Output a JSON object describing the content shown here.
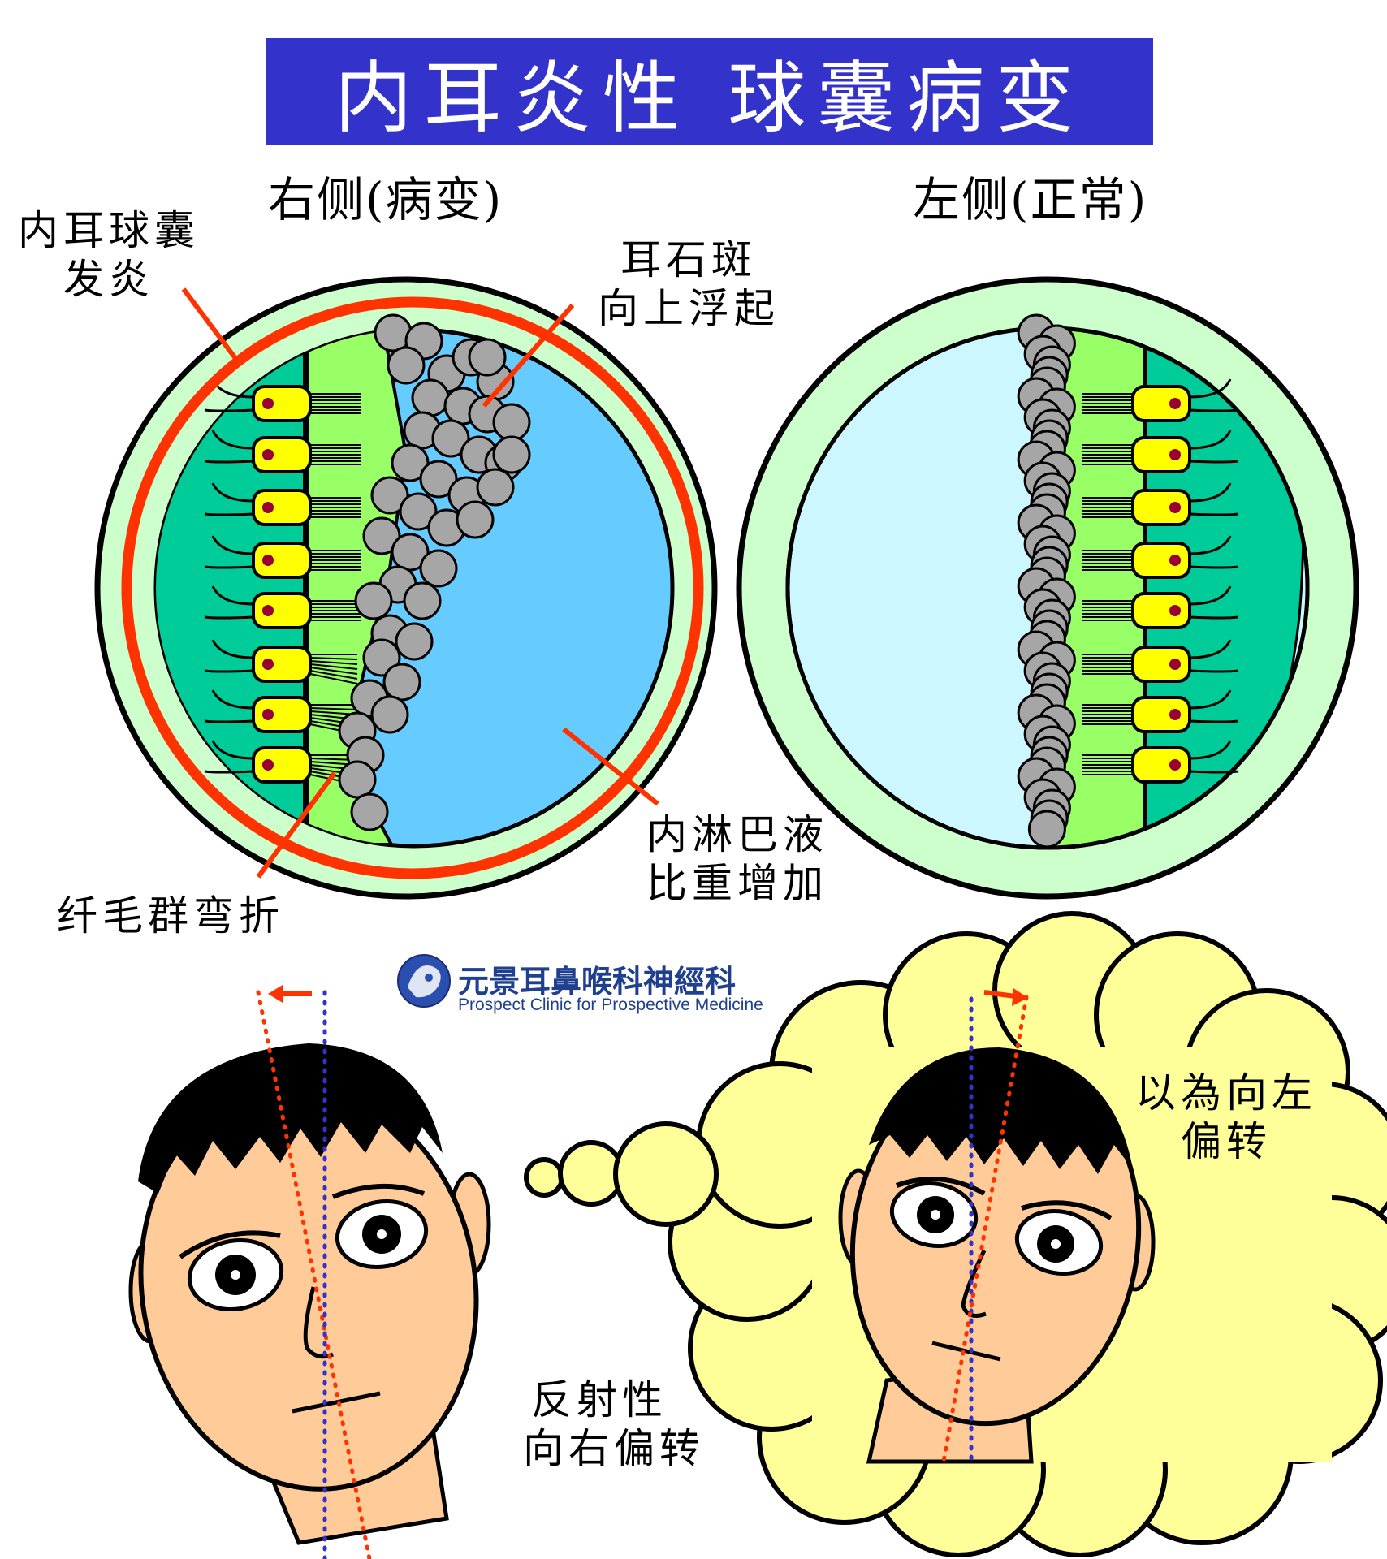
{
  "title": "内耳炎性 球囊病变",
  "left_panel": {
    "heading": "右侧(病变)"
  },
  "right_panel": {
    "heading": "左侧(正常)"
  },
  "callouts": {
    "inflammation": [
      "内耳球囊",
      "发炎"
    ],
    "otoliths": [
      "耳石斑",
      "向上浮起"
    ],
    "endolymph": [
      "内淋巴液",
      "比重增加"
    ],
    "cilia": "纤毛群弯折"
  },
  "logo": {
    "name": "元景耳鼻喉科神經科",
    "subtitle": "Prospect Clinic for Prospective Medicine"
  },
  "bottom": {
    "reflex": [
      "反射性",
      "向右偏转"
    ],
    "thought": [
      "以為向左",
      "偏转"
    ]
  },
  "colors": {
    "title_bg": "#3333cc",
    "outer_ring": "#ccffcc",
    "fluid_abnormal": "#66ccff",
    "fluid_normal": "#ccf7ff",
    "macula_dark": "#00cc99",
    "macula_light": "#99ff66",
    "hair_cell": "#ffff00",
    "otolith": "#a6a6a6",
    "inflammation_ring": "#ff3300",
    "skin": "#ffcc99",
    "thought_cloud": "#ffff99",
    "dotted_red": "#ff3300",
    "dotted_blue": "#3333cc"
  }
}
